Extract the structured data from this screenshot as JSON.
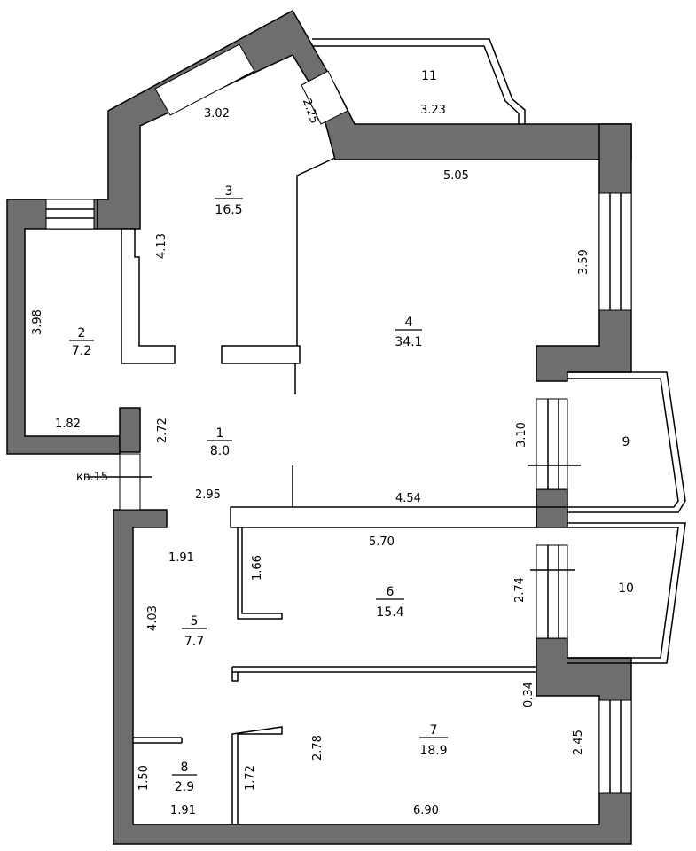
{
  "rooms": [
    {
      "num": "1",
      "area": "8.0"
    },
    {
      "num": "2",
      "area": "7.2"
    },
    {
      "num": "3",
      "area": "16.5"
    },
    {
      "num": "4",
      "area": "34.1"
    },
    {
      "num": "5",
      "area": "7.7"
    },
    {
      "num": "6",
      "area": "15.4"
    },
    {
      "num": "7",
      "area": "18.9"
    },
    {
      "num": "8",
      "area": "2.9"
    },
    {
      "num": "9"
    },
    {
      "num": "10"
    },
    {
      "num": "11"
    }
  ],
  "dims": [
    "3.02",
    "2.25",
    "3.23",
    "5.05",
    "4.13",
    "3.59",
    "3.98",
    "1.82",
    "2.72",
    "кв.15",
    "2.95",
    "4.54",
    "3.10",
    "5.70",
    "1.91",
    "1.66",
    "4.03",
    "2.74",
    "0.34",
    "2.78",
    "2.45",
    "1.50",
    "1.72",
    "1.91",
    "6.90"
  ]
}
